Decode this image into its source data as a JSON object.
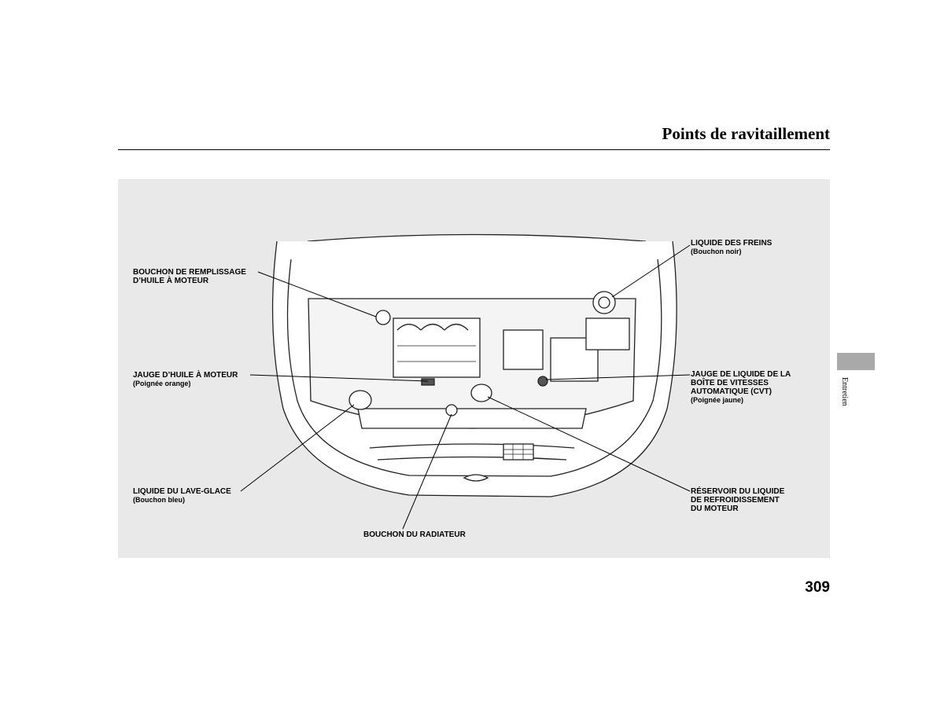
{
  "header": {
    "title": "Points de ravitaillement"
  },
  "side_tab": {
    "label": "Entretien"
  },
  "page_number": "309",
  "labels": {
    "oil_cap": {
      "line1": "BOUCHON DE REMPLISSAGE",
      "line2": "D’HUILE À MOTEUR"
    },
    "oil_dipstick": {
      "line1": "JAUGE D’HUILE À MOTEUR",
      "sub": "(Poignée orange)"
    },
    "washer": {
      "line1": "LIQUIDE DU LAVE-GLACE",
      "sub": "(Bouchon bleu)"
    },
    "radiator_cap": {
      "line1": "BOUCHON DU RADIATEUR"
    },
    "brake_fluid": {
      "line1": "LIQUIDE DES FREINS",
      "sub": "(Bouchon noir)"
    },
    "cvt_dipstick": {
      "line1": "JAUGE DE LIQUIDE DE LA",
      "line2": "BOÎTE DE VITESSES",
      "line3": "AUTOMATIQUE (CVT)",
      "sub": "(Poignée jaune)"
    },
    "coolant": {
      "line1": "RÉSERVOIR DU LIQUIDE",
      "line2": "DE REFROIDISSEMENT",
      "line3": "DU MOTEUR"
    }
  }
}
